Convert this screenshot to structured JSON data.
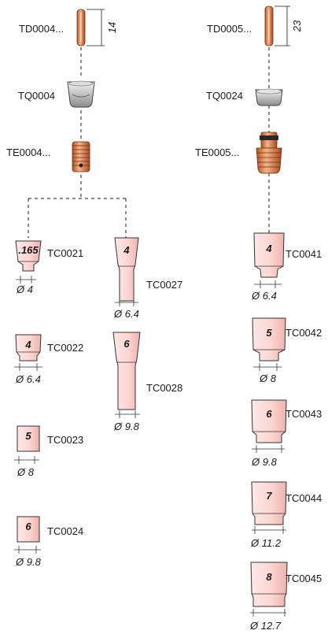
{
  "colors": {
    "line": "#1a1a1a",
    "cup_light": "#fde8e6",
    "cup_dark": "#f0b2ad",
    "copper_light": "#f4b58a",
    "copper_dark": "#b5521f",
    "steel_light": "#f2f2f2",
    "steel_dark": "#8c8c8c"
  },
  "left_stack": {
    "collet_label": "TD0004...",
    "collet_length": "14",
    "collet_body_label": "TQ0004",
    "diffuser_label": "TE0004..."
  },
  "right_stack": {
    "collet_label": "TD0005...",
    "collet_length": "23",
    "collet_body_label": "TQ0024",
    "diffuser_label": "TE0005..."
  },
  "cups_left": [
    {
      "size": ".165",
      "code": "TC0021",
      "diameter": "Ø 4"
    },
    {
      "size": "4",
      "code": "TC0022",
      "diameter": "Ø 6.4"
    },
    {
      "size": "5",
      "code": "TC0023",
      "diameter": "Ø 8"
    },
    {
      "size": "6",
      "code": "TC0024",
      "diameter": "Ø 9.8"
    }
  ],
  "cups_long": [
    {
      "size": "4",
      "code": "TC0027",
      "diameter": "Ø 6.4"
    },
    {
      "size": "6",
      "code": "TC0028",
      "diameter": "Ø 9.8"
    }
  ],
  "cups_right": [
    {
      "size": "4",
      "code": "TC0041",
      "diameter": "Ø 6.4"
    },
    {
      "size": "5",
      "code": "TC0042",
      "diameter": "Ø 8"
    },
    {
      "size": "6",
      "code": "TC0043",
      "diameter": "Ø 9.8"
    },
    {
      "size": "7",
      "code": "TC0044",
      "diameter": "Ø 11.2"
    },
    {
      "size": "8",
      "code": "TC0045",
      "diameter": "Ø 12.7"
    }
  ]
}
